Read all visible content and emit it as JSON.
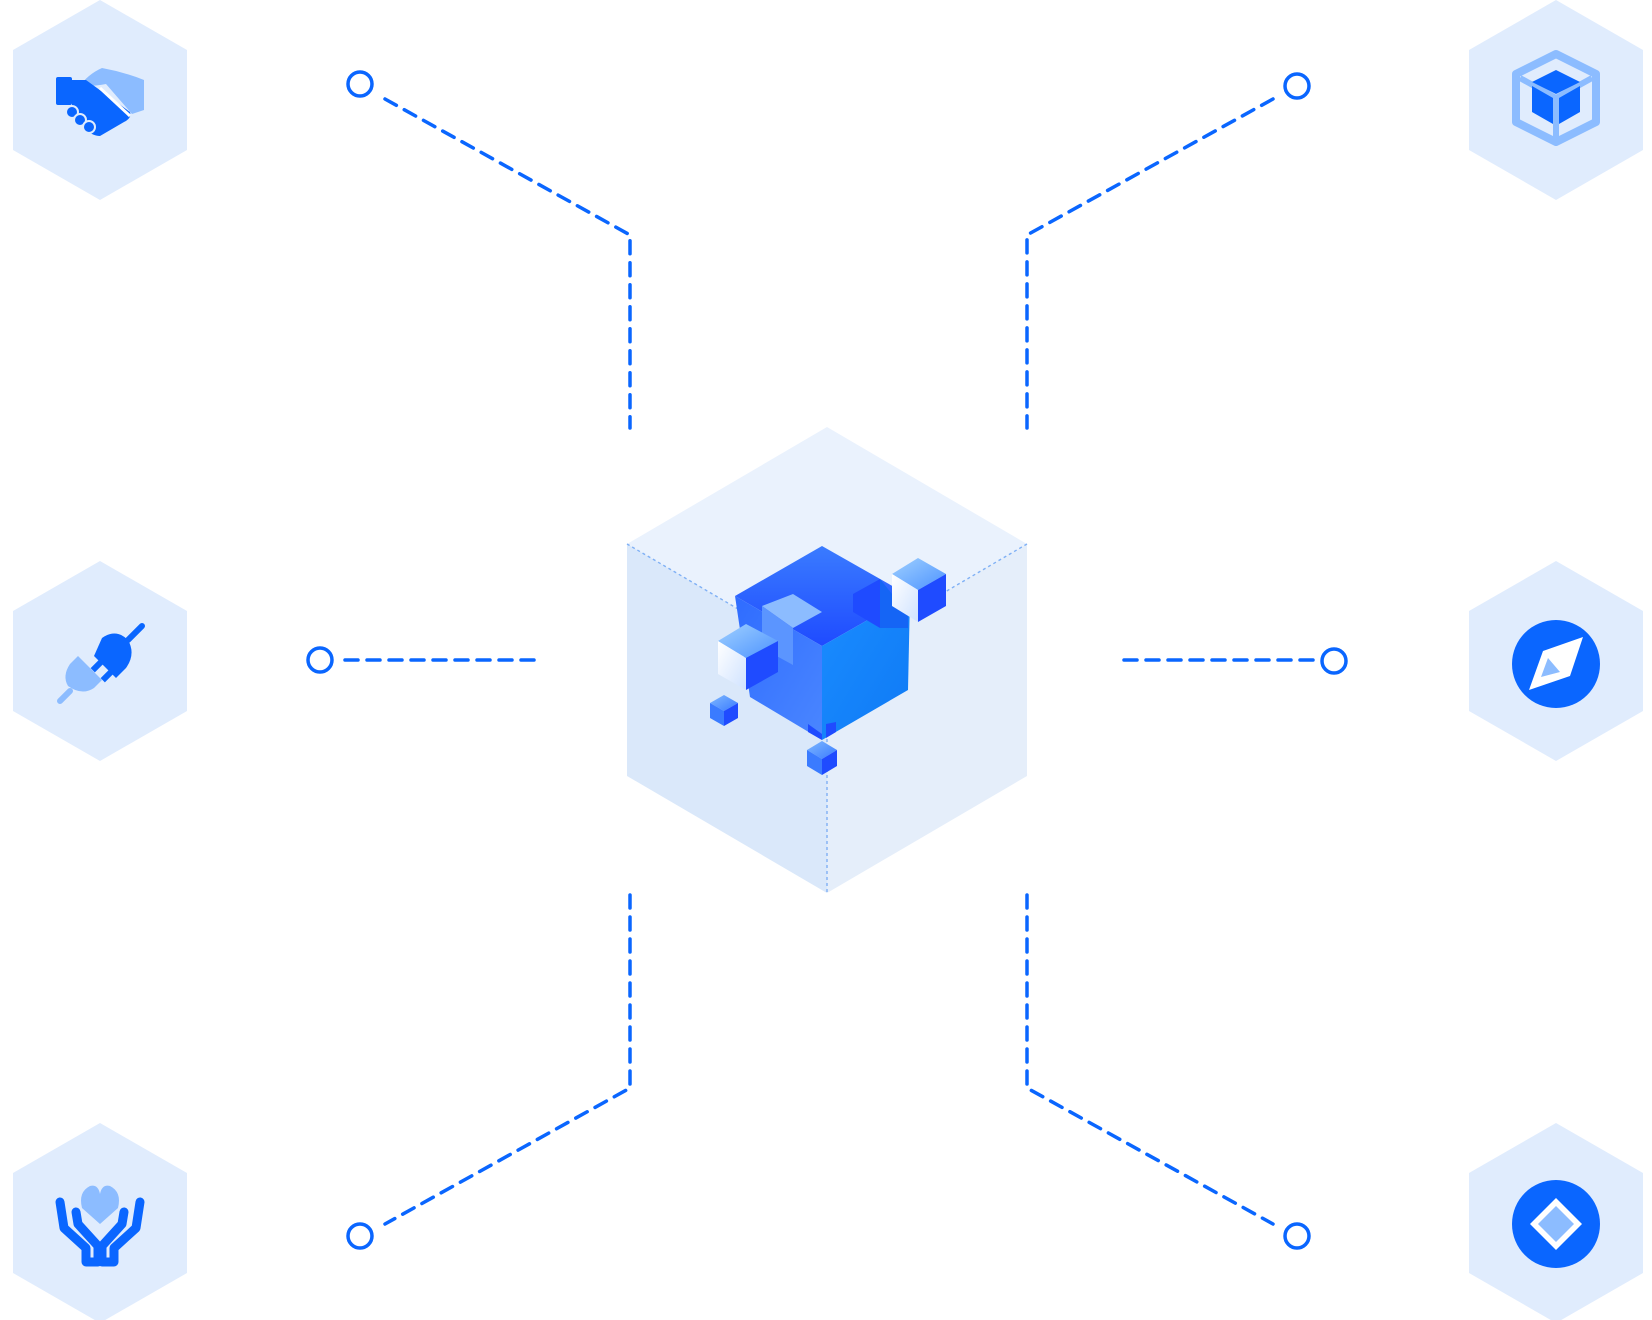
{
  "colors": {
    "primary": "#0a66ff",
    "hex_bg": "#e0ecfd",
    "icon_light": "#8cbcff",
    "center_top": "#eaf2fd",
    "center_left": "#dae8fa",
    "center_right": "#e5eefa"
  },
  "center": {
    "icon": "blocks-cluster-icon"
  },
  "nodes": [
    {
      "id": "handshake",
      "icon": "handshake-icon",
      "position": "top-left"
    },
    {
      "id": "plug",
      "icon": "plug-icon",
      "position": "middle-left"
    },
    {
      "id": "care",
      "icon": "hands-heart-icon",
      "position": "bottom-left"
    },
    {
      "id": "package",
      "icon": "package-cube-icon",
      "position": "top-right"
    },
    {
      "id": "compass",
      "icon": "compass-icon",
      "position": "middle-right"
    },
    {
      "id": "diamond",
      "icon": "diamond-icon",
      "position": "bottom-right"
    }
  ]
}
